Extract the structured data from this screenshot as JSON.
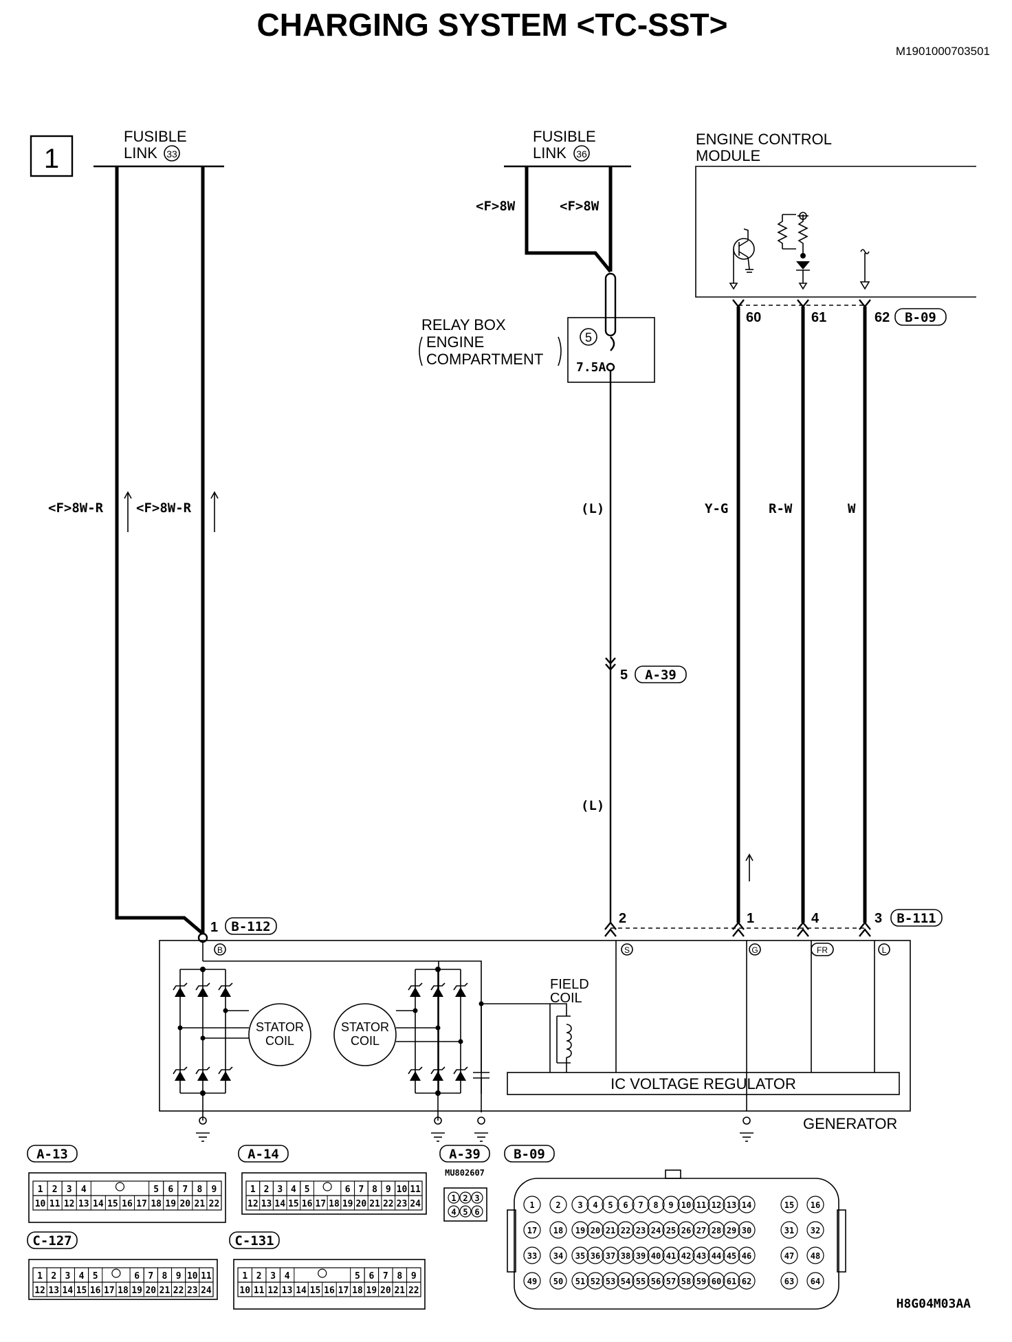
{
  "title": "CHARGING SYSTEM <TC-SST>",
  "doc_code": "M1901000703501",
  "figure_code": "H8G04M03AA",
  "page_box_number": "1",
  "fusible_link_33": {
    "line1": "FUSIBLE",
    "line2": "LINK",
    "num": "33"
  },
  "fusible_link_36": {
    "line1": "FUSIBLE",
    "line2": "LINK",
    "num": "36"
  },
  "ecm": {
    "line1": "ENGINE CONTROL",
    "line2": "MODULE"
  },
  "relay_box": {
    "line1": "RELAY BOX",
    "line2": "ENGINE",
    "line3": "COMPARTMENT",
    "fuse_num": "5",
    "fuse_rating": "7.5A"
  },
  "wires": {
    "f8w_left": "<F>8W",
    "f8w_right": "<F>8W",
    "f8wr_1": "<F>8W-R",
    "f8wr_2": "<F>8W-R",
    "l_upper": "(L)",
    "l_lower": "(L)",
    "yg": "Y-G",
    "rw": "R-W",
    "w": "W"
  },
  "ecm_pins": {
    "p60": "60",
    "p61": "61",
    "p62": "62",
    "connector": "B-09"
  },
  "a39_mid": {
    "pin": "5",
    "connector": "A-39"
  },
  "gen_pins": {
    "p1": "1",
    "conn_b112": "B-112",
    "p2": "2",
    "p1b": "1",
    "p4": "4",
    "p3": "3",
    "conn_b111": "B-111"
  },
  "gen_terms": {
    "b": "B",
    "s": "S",
    "g": "G",
    "fr": "FR",
    "l": "L"
  },
  "generator": {
    "label": "GENERATOR",
    "stator1_l1": "STATOR",
    "stator1_l2": "COIL",
    "stator2_l1": "STATOR",
    "stator2_l2": "COIL",
    "field_l1": "FIELD",
    "field_l2": "COIL",
    "regulator": "IC VOLTAGE REGULATOR"
  },
  "connectors": {
    "a13": {
      "label": "A-13",
      "top": [
        "1",
        "2",
        "3",
        "4",
        "5",
        "6",
        "7",
        "8",
        "9"
      ],
      "bottom": [
        "10",
        "11",
        "12",
        "13",
        "14",
        "15",
        "16",
        "17",
        "18",
        "19",
        "20",
        "21",
        "22"
      ]
    },
    "a14": {
      "label": "A-14",
      "top": [
        "1",
        "2",
        "3",
        "4",
        "5",
        "6",
        "7",
        "8",
        "9",
        "10",
        "11"
      ],
      "bottom": [
        "12",
        "13",
        "14",
        "15",
        "16",
        "17",
        "18",
        "19",
        "20",
        "21",
        "22",
        "23",
        "24"
      ]
    },
    "a39": {
      "label": "A-39",
      "part": "MU802607",
      "top": [
        "1",
        "2",
        "3"
      ],
      "bottom": [
        "4",
        "5",
        "6"
      ]
    },
    "b09": {
      "label": "B-09",
      "rows": [
        [
          "1",
          "2",
          "3",
          "4",
          "5",
          "6",
          "7",
          "8",
          "9",
          "10",
          "11",
          "12",
          "13",
          "14",
          "15",
          "16"
        ],
        [
          "17",
          "18",
          "19",
          "20",
          "21",
          "22",
          "23",
          "24",
          "25",
          "26",
          "27",
          "28",
          "29",
          "30",
          "31",
          "32"
        ],
        [
          "33",
          "34",
          "35",
          "36",
          "37",
          "38",
          "39",
          "40",
          "41",
          "42",
          "43",
          "44",
          "45",
          "46",
          "47",
          "48"
        ],
        [
          "49",
          "50",
          "51",
          "52",
          "53",
          "54",
          "55",
          "56",
          "57",
          "58",
          "59",
          "60",
          "61",
          "62",
          "63",
          "64"
        ]
      ]
    },
    "c127": {
      "label": "C-127",
      "top": [
        "1",
        "2",
        "3",
        "4",
        "5",
        "6",
        "7",
        "8",
        "9",
        "10",
        "11"
      ],
      "bottom": [
        "12",
        "13",
        "14",
        "15",
        "16",
        "17",
        "18",
        "19",
        "20",
        "21",
        "22",
        "23",
        "24"
      ]
    },
    "c131": {
      "label": "C-131",
      "top": [
        "1",
        "2",
        "3",
        "4",
        "5",
        "6",
        "7",
        "8",
        "9"
      ],
      "bottom": [
        "10",
        "11",
        "12",
        "13",
        "14",
        "15",
        "16",
        "17",
        "18",
        "19",
        "20",
        "21",
        "22"
      ]
    }
  }
}
